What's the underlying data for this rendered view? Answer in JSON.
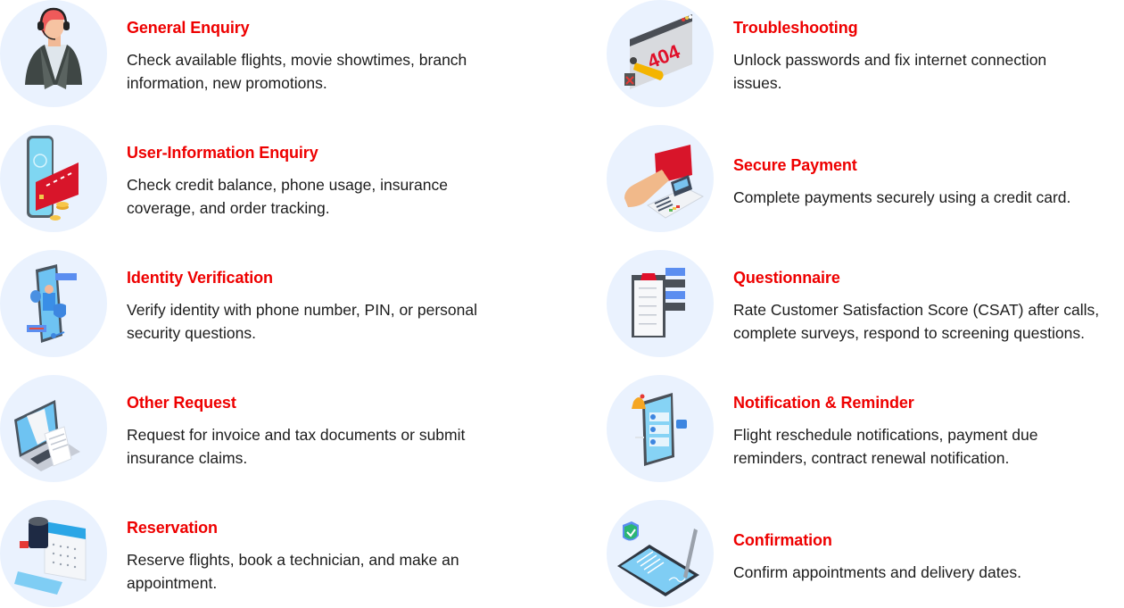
{
  "accent_color": "#ee0000",
  "left_column": [
    {
      "icon": "call-center-agent-icon",
      "title": "General Enquiry",
      "lines": [
        "Check available flights, movie showtimes, branch",
        "information, new promotions."
      ]
    },
    {
      "icon": "phone-credit-card-icon",
      "title": "User-Information Enquiry",
      "lines": [
        "Check credit balance, phone usage, insurance",
        "coverage, and order tracking."
      ]
    },
    {
      "icon": "identity-phone-shield-icon",
      "title": "Identity Verification",
      "lines": [
        "Verify identity with phone number, PIN, or personal",
        "security questions."
      ]
    },
    {
      "icon": "laptop-tax-document-icon",
      "title": "Other Request",
      "lines": [
        "Request for invoice and tax documents or submit",
        "insurance claims."
      ]
    },
    {
      "icon": "calendar-coffee-phone-icon",
      "title": "Reservation",
      "lines": [
        "Reserve flights, book a technician, and make an",
        "appointment."
      ]
    }
  ],
  "right_column": [
    {
      "icon": "error-404-wrench-icon",
      "title": "Troubleshooting",
      "lines": [
        "Unlock passwords and fix internet connection",
        "issues."
      ]
    },
    {
      "icon": "card-payment-terminal-icon",
      "title": "Secure Payment",
      "lines": [
        "Complete payments securely using a credit card."
      ]
    },
    {
      "icon": "clipboard-survey-icon",
      "title": "Questionnaire",
      "lines": [
        "Rate Customer Satisfaction Score (CSAT) after calls,",
        "complete surveys, respond to screening questions."
      ]
    },
    {
      "icon": "phone-notification-bell-icon",
      "title": "Notification & Reminder",
      "lines": [
        "Flight reschedule notifications, payment due",
        "reminders, contract renewal notification."
      ]
    },
    {
      "icon": "phone-signature-check-icon",
      "title": "Confirmation",
      "lines": [
        "Confirm appointments and delivery dates."
      ]
    }
  ]
}
